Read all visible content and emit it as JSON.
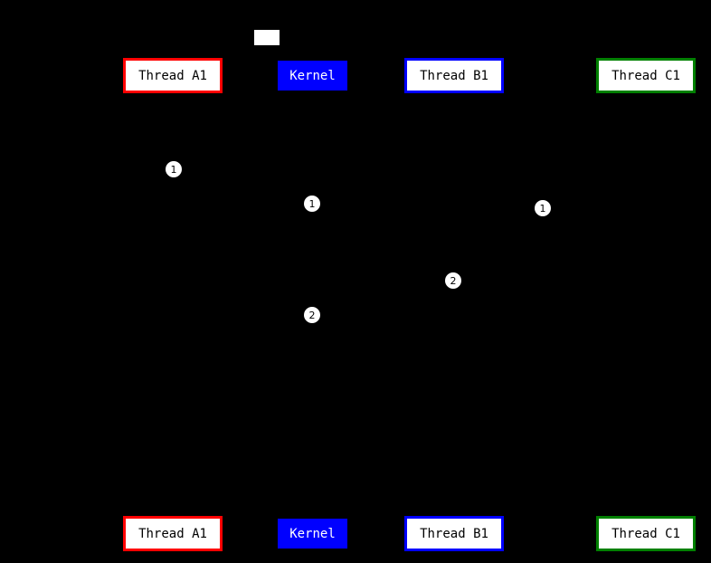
{
  "diagram": {
    "background_color": "#000000",
    "lifelines": [
      {
        "label": "Thread A1",
        "border_color": "#ff0000",
        "fill_color": "#ffffff",
        "text_color": "#000000"
      },
      {
        "label": "Kernel",
        "border_color": "#0000ff",
        "fill_color": "#0000ff",
        "text_color": "#ffffff"
      },
      {
        "label": "Thread B1",
        "border_color": "#0000ff",
        "fill_color": "#ffffff",
        "text_color": "#000000"
      },
      {
        "label": "Thread C1",
        "border_color": "#008000",
        "fill_color": "#ffffff",
        "text_color": "#000000"
      }
    ],
    "markers": [
      {
        "label": "1"
      },
      {
        "label": "1"
      },
      {
        "label": "1"
      },
      {
        "label": "2"
      },
      {
        "label": "2"
      }
    ]
  }
}
